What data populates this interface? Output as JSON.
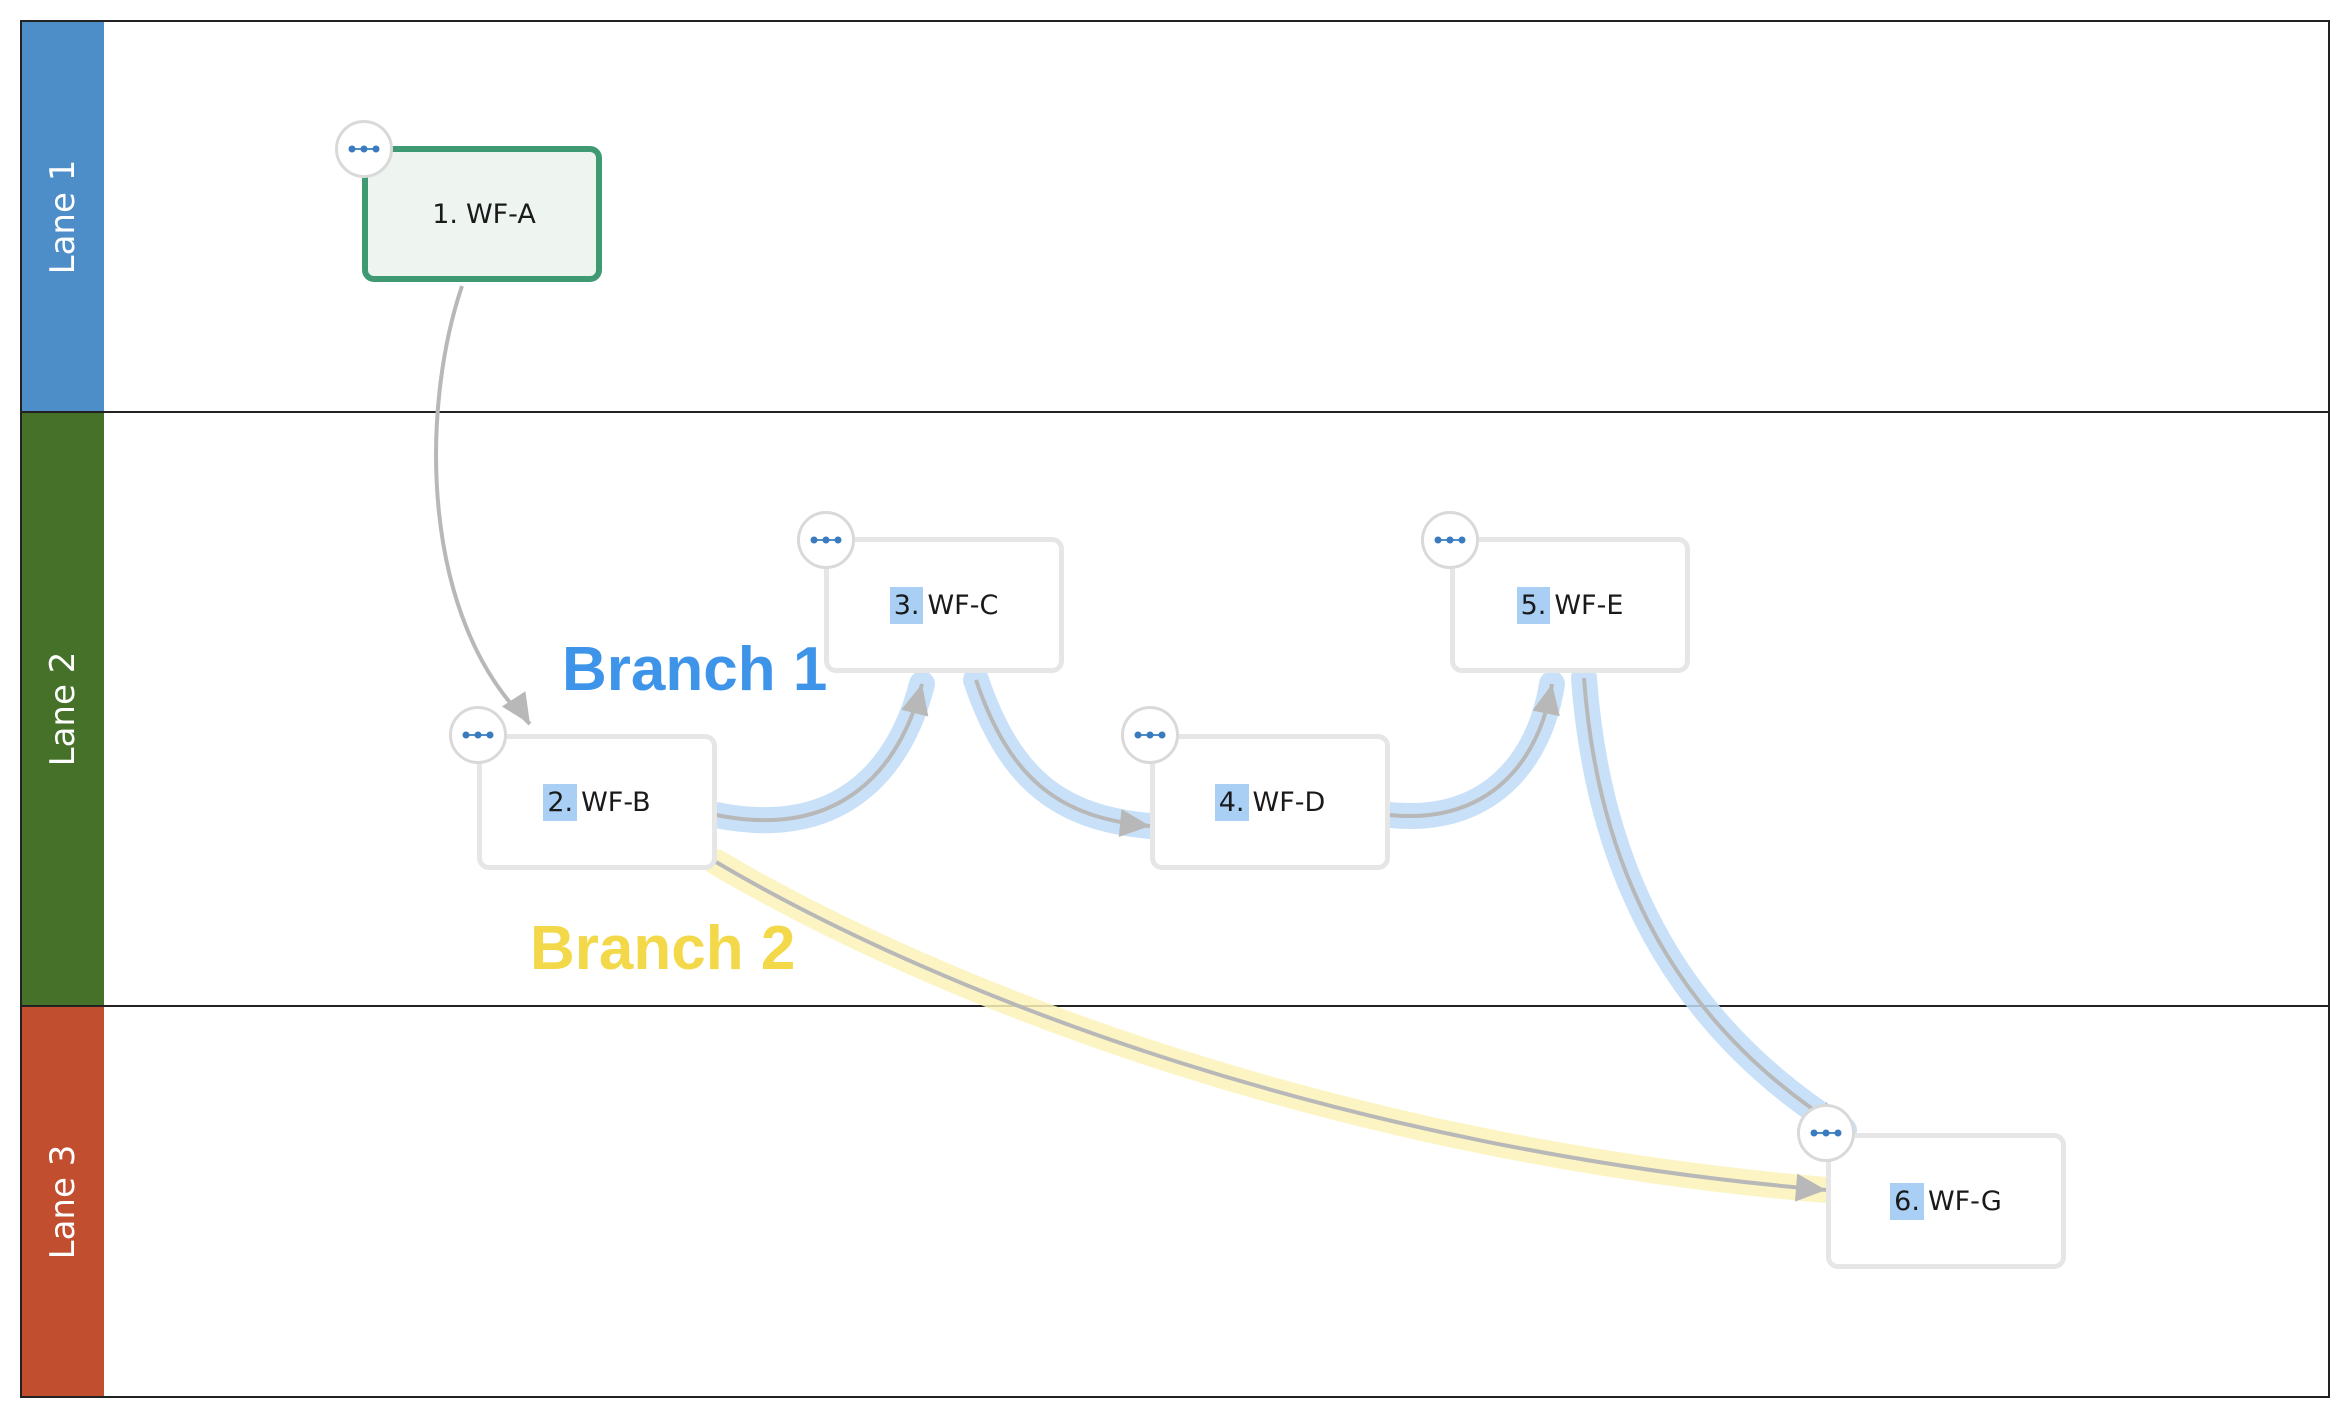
{
  "diagram": {
    "lanes": [
      {
        "id": "lane-1",
        "label": "Lane 1",
        "color": "#4d8dc8"
      },
      {
        "id": "lane-2",
        "label": "Lane 2",
        "color": "#457228"
      },
      {
        "id": "lane-3",
        "label": "Lane 3",
        "color": "#c04e2f"
      }
    ],
    "nodes": [
      {
        "id": "wf-a",
        "number": "1.",
        "name": "WF-A",
        "lane": "Lane 1",
        "state": "selected"
      },
      {
        "id": "wf-b",
        "number": "2.",
        "name": "WF-B",
        "lane": "Lane 2",
        "state": "highlighted"
      },
      {
        "id": "wf-c",
        "number": "3.",
        "name": "WF-C",
        "lane": "Lane 2",
        "state": "highlighted"
      },
      {
        "id": "wf-d",
        "number": "4.",
        "name": "WF-D",
        "lane": "Lane 2",
        "state": "highlighted"
      },
      {
        "id": "wf-e",
        "number": "5.",
        "name": "WF-E",
        "lane": "Lane 2",
        "state": "highlighted"
      },
      {
        "id": "wf-g",
        "number": "6.",
        "name": "WF-G",
        "lane": "Lane 3",
        "state": "highlighted"
      }
    ],
    "edges": [
      {
        "from": "wf-a",
        "to": "wf-b",
        "branch": ""
      },
      {
        "from": "wf-b",
        "to": "wf-c",
        "branch": "Branch 1"
      },
      {
        "from": "wf-c",
        "to": "wf-d",
        "branch": "Branch 1"
      },
      {
        "from": "wf-d",
        "to": "wf-e",
        "branch": "Branch 1"
      },
      {
        "from": "wf-e",
        "to": "wf-g",
        "branch": "Branch 1"
      },
      {
        "from": "wf-b",
        "to": "wf-g",
        "branch": "Branch 2"
      }
    ],
    "branches": [
      {
        "label": "Branch 1",
        "color": "#3e94e8"
      },
      {
        "label": "Branch 2",
        "color": "#f3d84a"
      }
    ],
    "colors": {
      "edge": "#b8b8b8",
      "selected_border": "#3f9a73",
      "selected_fill": "#eef5f1",
      "number_highlight": "#a9cff5",
      "branch1_glow": "#bfdcf7",
      "branch2_glow": "#fbf2b8"
    },
    "icons": {
      "node_handle": "more-dots-icon"
    }
  }
}
